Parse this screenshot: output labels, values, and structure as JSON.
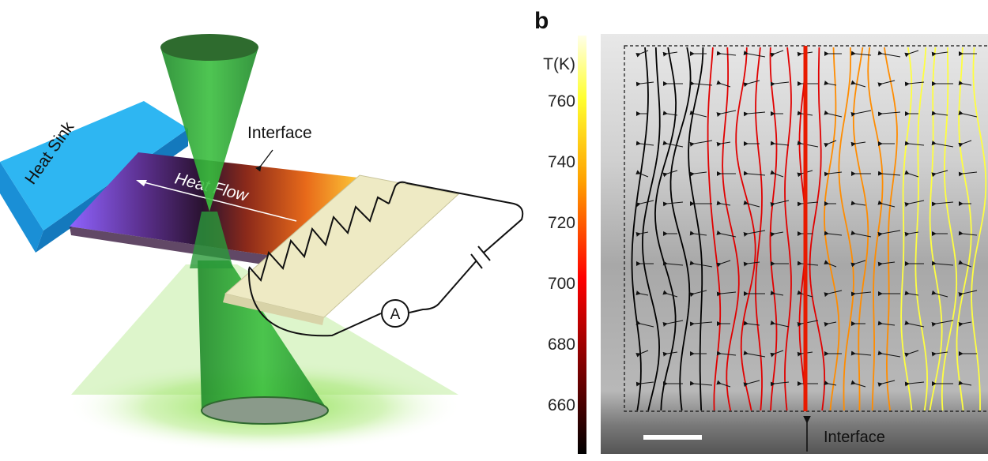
{
  "panel_a": {
    "heat_sink_label": "Heat Sink",
    "heat_flow_label": "Heat Flow",
    "interface_label": "Interface",
    "ammeter_label": "A"
  },
  "panel_b": {
    "panel_letter": "b",
    "colorbar_title": "T(K)",
    "colorbar_ticks": [
      "760",
      "740",
      "720",
      "700",
      "680",
      "660"
    ],
    "interface_label": "Interface",
    "colors": {
      "cold": "#000000",
      "mid": "#e00000",
      "warm": "#ff8c00",
      "hot": "#ffff40"
    }
  }
}
